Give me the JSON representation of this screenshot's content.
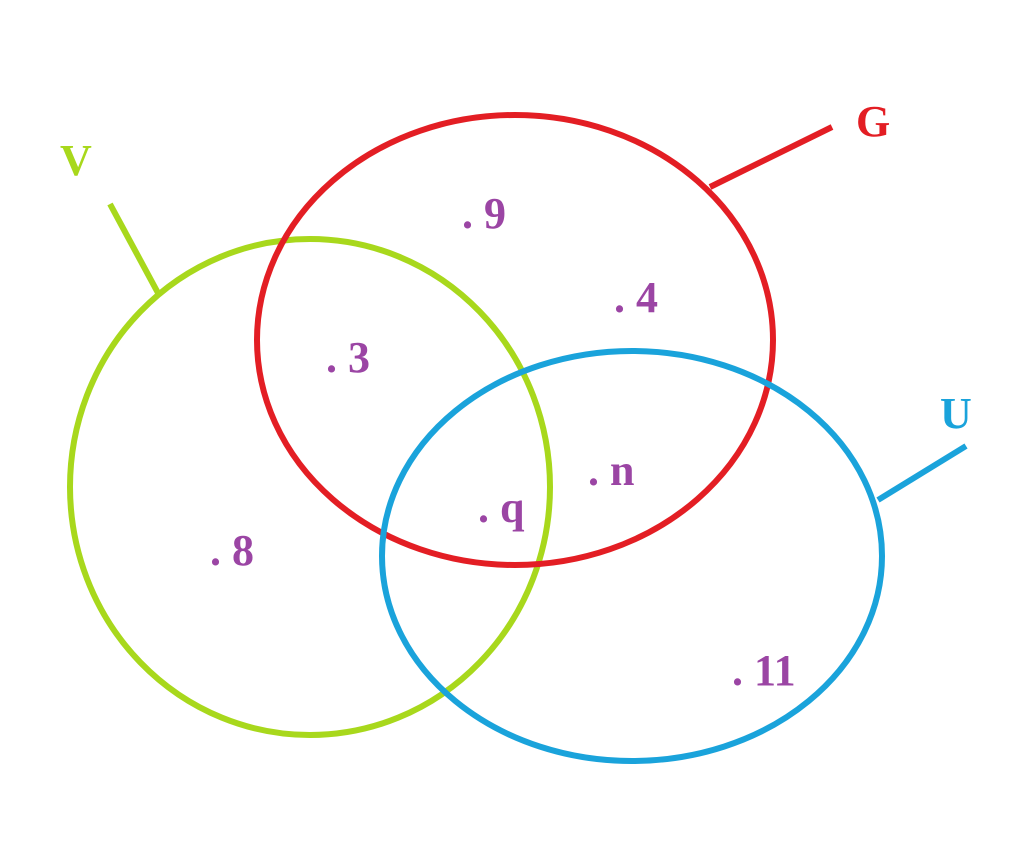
{
  "sets": {
    "v": {
      "label": "V",
      "color": "#a8d81c"
    },
    "g": {
      "label": "G",
      "color": "#e31e24"
    },
    "u": {
      "label": "U",
      "color": "#1aa3db"
    }
  },
  "element_color": "#9b45a4",
  "elements": {
    "g_only_top": ". 9",
    "g_only_right": ". 4",
    "v_and_g": ". 3",
    "g_and_u": ". n",
    "v_g_u": ". q",
    "v_only": ". 8",
    "u_only": ". 11"
  }
}
